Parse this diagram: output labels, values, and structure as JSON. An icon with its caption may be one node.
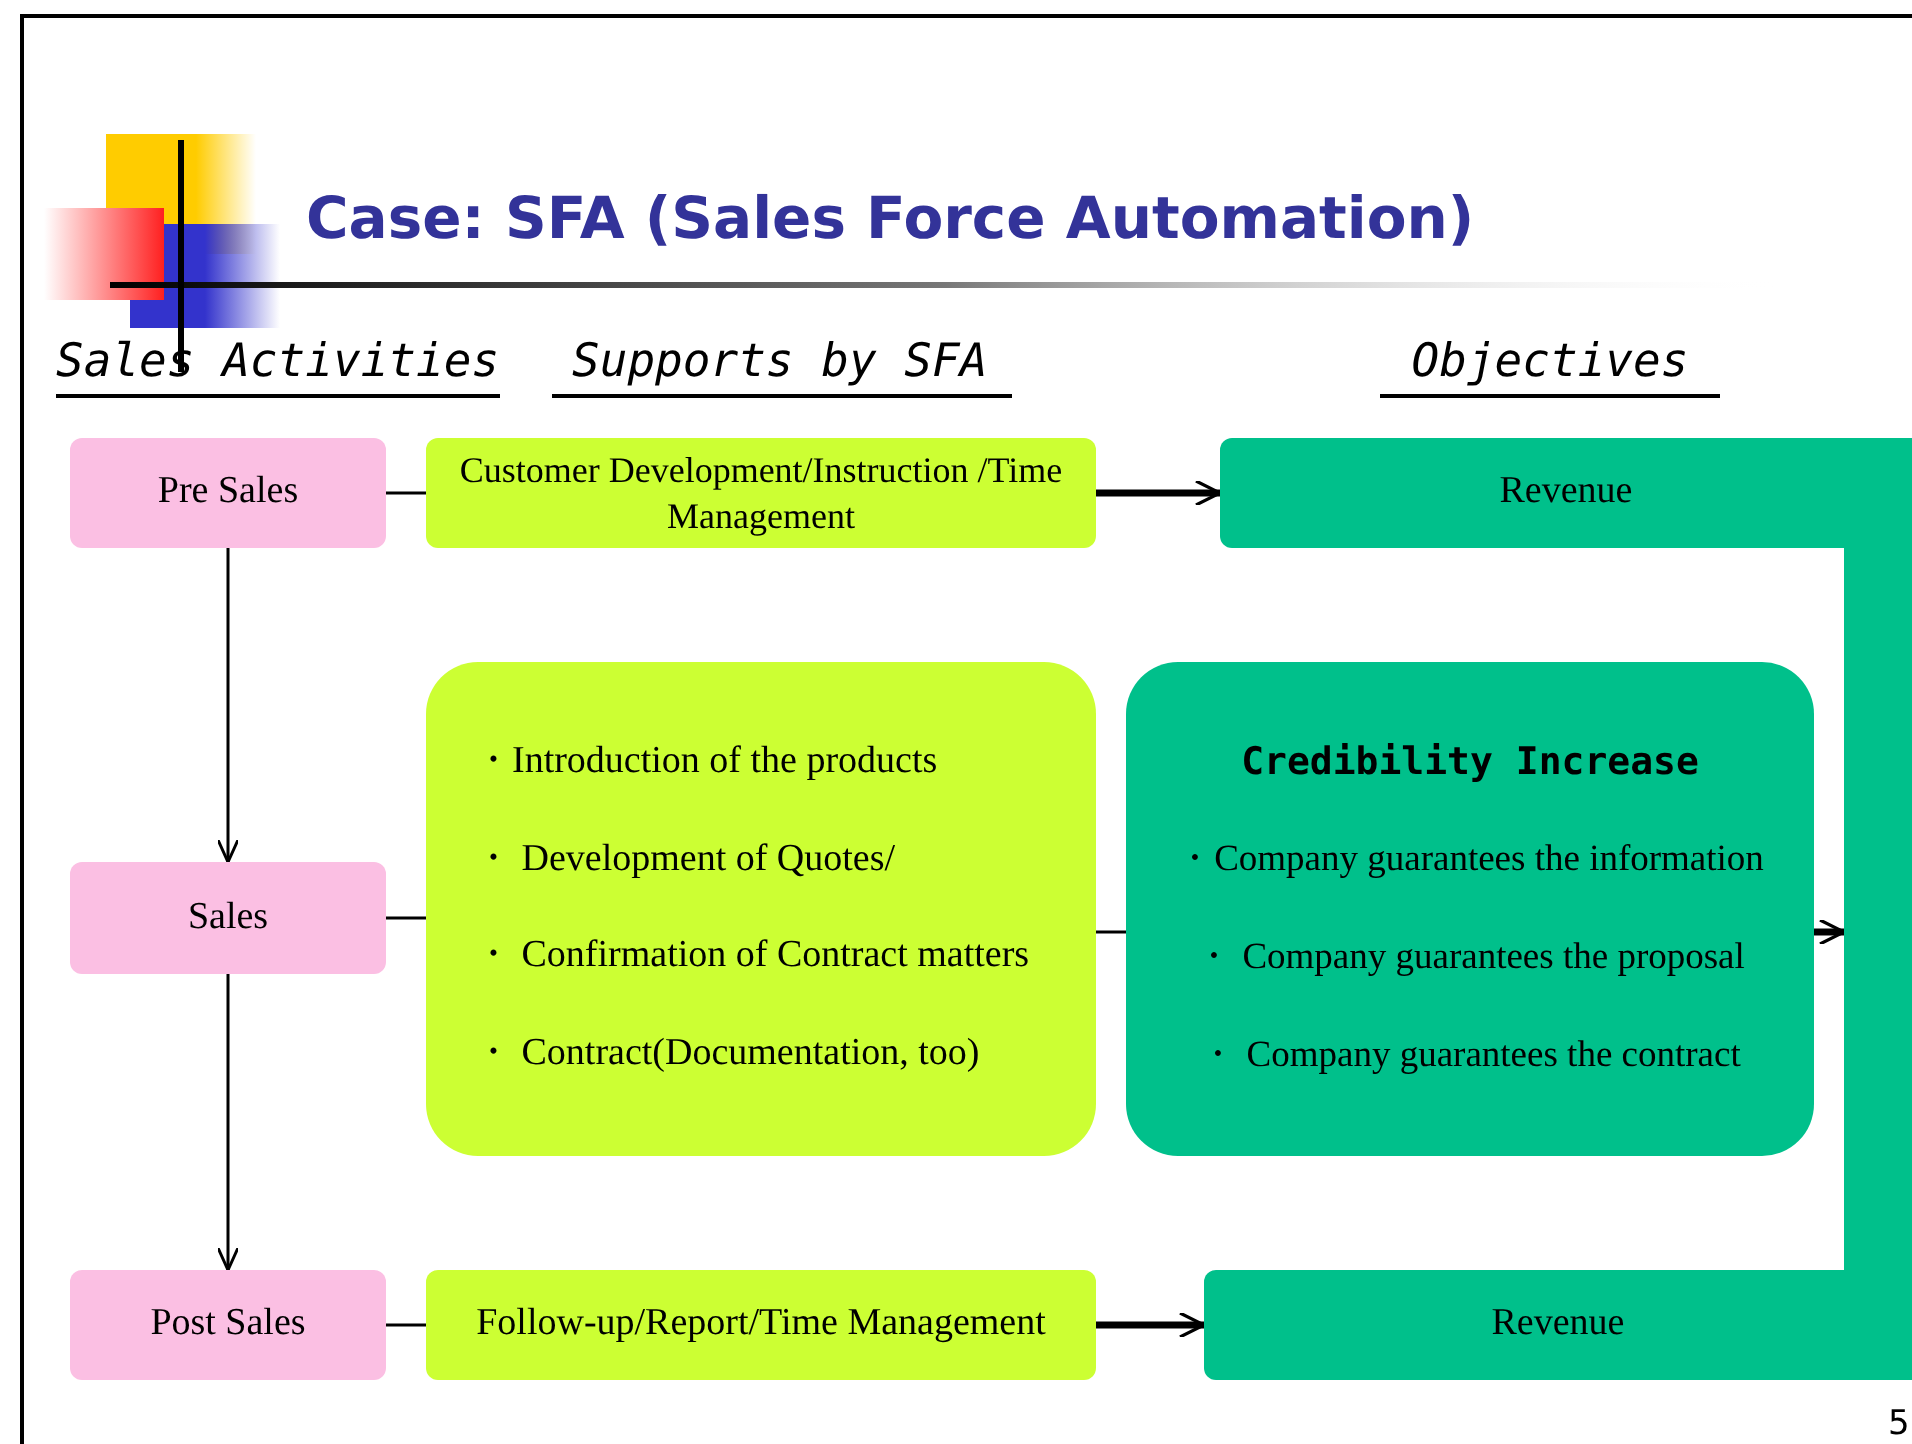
{
  "diagram": {
    "title": "Case: SFA (Sales Force Automation)",
    "nodes": [
      {
        "text": [
          "Pre Sales"
        ]
      },
      {
        "text": [
          "Customer Development/Instruction /Time Management"
        ]
      },
      {
        "text": [
          "Revenue"
        ]
      },
      {
        "text": [
          "Sales"
        ]
      },
      {
        "text": [
          "・Introduction of the products",
          "・ Development of Quotes/",
          "・ Confirmation of Contract matters",
          "・ Contract(Documentation, too)"
        ]
      },
      {
        "text": [
          "Credibility Increase",
          "・Company guarantees the information",
          "・ Company guarantees the proposal",
          "・ Company guarantees the contract"
        ]
      },
      {
        "text": [],
        "shape": "bar"
      },
      {
        "text": [
          "Post Sales"
        ]
      },
      {
        "text": [
          "Follow-up/Report/Time Management"
        ]
      },
      {
        "text": [
          "Revenue"
        ]
      }
    ],
    "edges": [
      {
        "from": 0,
        "to": 3,
        "arrow": "to"
      },
      {
        "from": 3,
        "to": 7,
        "arrow": "to"
      },
      {
        "from": 0,
        "to": 1,
        "arrow": "none"
      },
      {
        "from": 1,
        "to": 2,
        "arrow": "to",
        "style": "thick"
      },
      {
        "from": 3,
        "to": 4,
        "arrow": "none"
      },
      {
        "from": 4,
        "to": 5,
        "arrow": "none"
      },
      {
        "from": 5,
        "to": 6,
        "arrow": "to",
        "style": "thick"
      },
      {
        "from": 7,
        "to": 8,
        "arrow": "none"
      },
      {
        "from": 8,
        "to": 9,
        "arrow": "to",
        "style": "thick"
      }
    ],
    "labels": [
      "Sales Activities",
      "Supports by SFA",
      "Objectives",
      "5"
    ]
  }
}
